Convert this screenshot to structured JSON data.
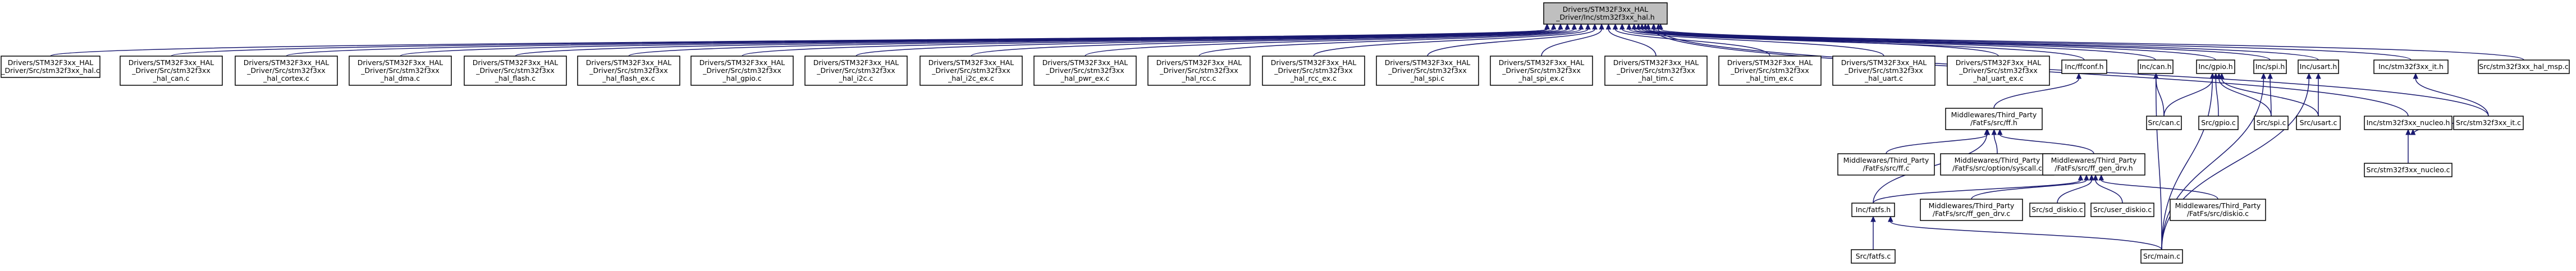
{
  "title": "",
  "nodes": {
    "root": [
      "Drivers/STM32F3xx_HAL",
      "_Driver/Inc/stm32f3xx_hal.h"
    ],
    "hal_c": [
      "Drivers/STM32F3xx_HAL",
      "_Driver/Src/stm32f3xx_hal.c"
    ],
    "hal_can_c": [
      "Drivers/STM32F3xx_HAL",
      "_Driver/Src/stm32f3xx",
      "_hal_can.c"
    ],
    "hal_cortex_c": [
      "Drivers/STM32F3xx_HAL",
      "_Driver/Src/stm32f3xx",
      "_hal_cortex.c"
    ],
    "hal_dma_c": [
      "Drivers/STM32F3xx_HAL",
      "_Driver/Src/stm32f3xx",
      "_hal_dma.c"
    ],
    "hal_flash_c": [
      "Drivers/STM32F3xx_HAL",
      "_Driver/Src/stm32f3xx",
      "_hal_flash.c"
    ],
    "hal_flash_ex_c": [
      "Drivers/STM32F3xx_HAL",
      "_Driver/Src/stm32f3xx",
      "_hal_flash_ex.c"
    ],
    "hal_gpio_c": [
      "Drivers/STM32F3xx_HAL",
      "_Driver/Src/stm32f3xx",
      "_hal_gpio.c"
    ],
    "hal_i2c_c": [
      "Drivers/STM32F3xx_HAL",
      "_Driver/Src/stm32f3xx",
      "_hal_i2c.c"
    ],
    "hal_i2c_ex_c": [
      "Drivers/STM32F3xx_HAL",
      "_Driver/Src/stm32f3xx",
      "_hal_i2c_ex.c"
    ],
    "hal_pwr_ex_c": [
      "Drivers/STM32F3xx_HAL",
      "_Driver/Src/stm32f3xx",
      "_hal_pwr_ex.c"
    ],
    "hal_rcc_c": [
      "Drivers/STM32F3xx_HAL",
      "_Driver/Src/stm32f3xx",
      "_hal_rcc.c"
    ],
    "hal_rcc_ex_c": [
      "Drivers/STM32F3xx_HAL",
      "_Driver/Src/stm32f3xx",
      "_hal_rcc_ex.c"
    ],
    "hal_spi_c": [
      "Drivers/STM32F3xx_HAL",
      "_Driver/Src/stm32f3xx",
      "_hal_spi.c"
    ],
    "hal_spi_ex_c": [
      "Drivers/STM32F3xx_HAL",
      "_Driver/Src/stm32f3xx",
      "_hal_spi_ex.c"
    ],
    "hal_tim_c": [
      "Drivers/STM32F3xx_HAL",
      "_Driver/Src/stm32f3xx",
      "_hal_tim.c"
    ],
    "hal_tim_ex_c": [
      "Drivers/STM32F3xx_HAL",
      "_Driver/Src/stm32f3xx",
      "_hal_tim_ex.c"
    ],
    "hal_uart_c": [
      "Drivers/STM32F3xx_HAL",
      "_Driver/Src/stm32f3xx",
      "_hal_uart.c"
    ],
    "hal_uart_ex_c": [
      "Drivers/STM32F3xx_HAL",
      "_Driver/Src/stm32f3xx",
      "_hal_uart_ex.c"
    ],
    "inc_ffconf_h": [
      "Inc/ffconf.h"
    ],
    "inc_can_h": [
      "Inc/can.h"
    ],
    "inc_gpio_h": [
      "Inc/gpio.h"
    ],
    "inc_spi_h": [
      "Inc/spi.h"
    ],
    "inc_usart_h": [
      "Inc/usart.h"
    ],
    "inc_it_h": [
      "Inc/stm32f3xx_it.h"
    ],
    "src_hal_msp_c": [
      "Src/stm32f3xx_hal_msp.c"
    ],
    "ff_h": [
      "Middlewares/Third_Party",
      "/FatFs/src/ff.h"
    ],
    "ff_c": [
      "Middlewares/Third_Party",
      "/FatFs/src/ff.c"
    ],
    "syscall_c": [
      "Middlewares/Third_Party",
      "/FatFs/src/option/syscall.c"
    ],
    "ff_gen_drv_h": [
      "Middlewares/Third_Party",
      "/FatFs/src/ff_gen_drv.h"
    ],
    "ff_gen_drv_c": [
      "Middlewares/Third_Party",
      "/FatFs/src/ff_gen_drv.c"
    ],
    "diskio_c": [
      "Middlewares/Third_Party",
      "/FatFs/src/diskio.c"
    ],
    "src_can_c": [
      "Src/can.c"
    ],
    "src_gpio_c": [
      "Src/gpio.c"
    ],
    "src_spi_c": [
      "Src/spi.c"
    ],
    "src_usart_c": [
      "Src/usart.c"
    ],
    "inc_nucleo_h": [
      "Inc/stm32f3xx_nucleo.h"
    ],
    "src_it_c": [
      "Src/stm32f3xx_it.c"
    ],
    "src_nucleo_c": [
      "Src/stm32f3xx_nucleo.c"
    ],
    "inc_fatfs_h": [
      "Inc/fatfs.h"
    ],
    "src_sd_diskio_c": [
      "Src/sd_diskio.c"
    ],
    "src_user_diskio_c": [
      "Src/user_diskio.c"
    ],
    "src_fatfs_c": [
      "Src/fatfs.c"
    ],
    "src_main_c": [
      "Src/main.c"
    ]
  }
}
